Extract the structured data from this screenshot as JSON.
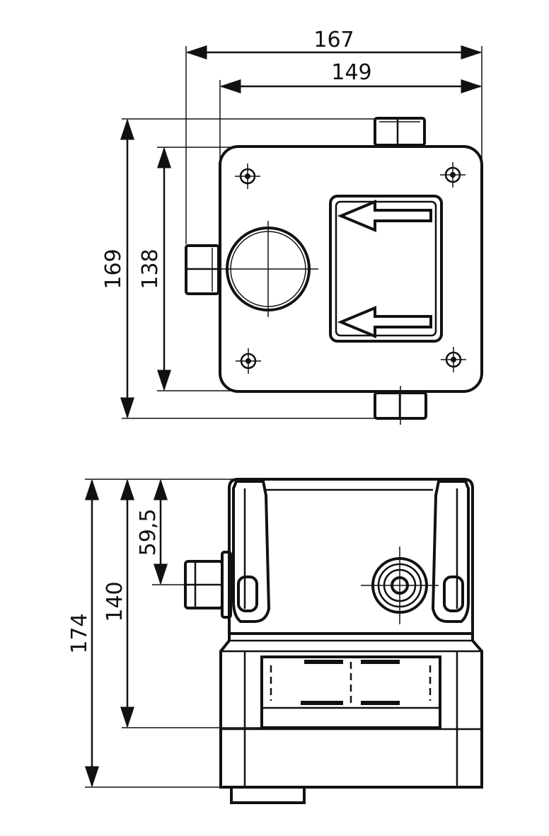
{
  "drawing": {
    "top_view": {
      "dimensions": {
        "overall_width": "167",
        "body_width": "149",
        "overall_height": "169",
        "body_height": "138"
      }
    },
    "front_view": {
      "dimensions": {
        "outlet_height": "59,5",
        "body_height": "140",
        "overall_height": "174"
      }
    },
    "line_color": "#111111"
  }
}
